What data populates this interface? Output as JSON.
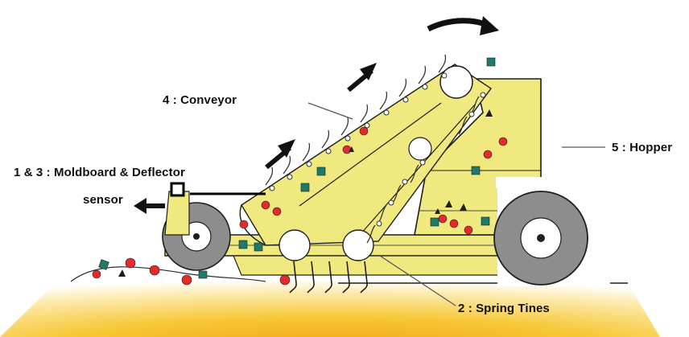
{
  "labels": {
    "conveyor": "4 : Conveyor",
    "hopper": "5 : Hopper",
    "moldboard": "1 & 3 : Moldboard & Deflector",
    "sensor": "sensor",
    "spring_tines": "2 : Spring Tines"
  },
  "colors": {
    "machine_yellow": "#efe97f",
    "soil_yellow": "#f6c22a",
    "wheel_gray": "#8d8d8d",
    "rock_red": "#e42a2a",
    "rock_teal": "#1f7a6a",
    "outline": "#1f1f1f"
  },
  "icons": [
    "rotation-arrow-icon",
    "material-flow-arrow-icon",
    "travel-direction-arrow-icon"
  ]
}
